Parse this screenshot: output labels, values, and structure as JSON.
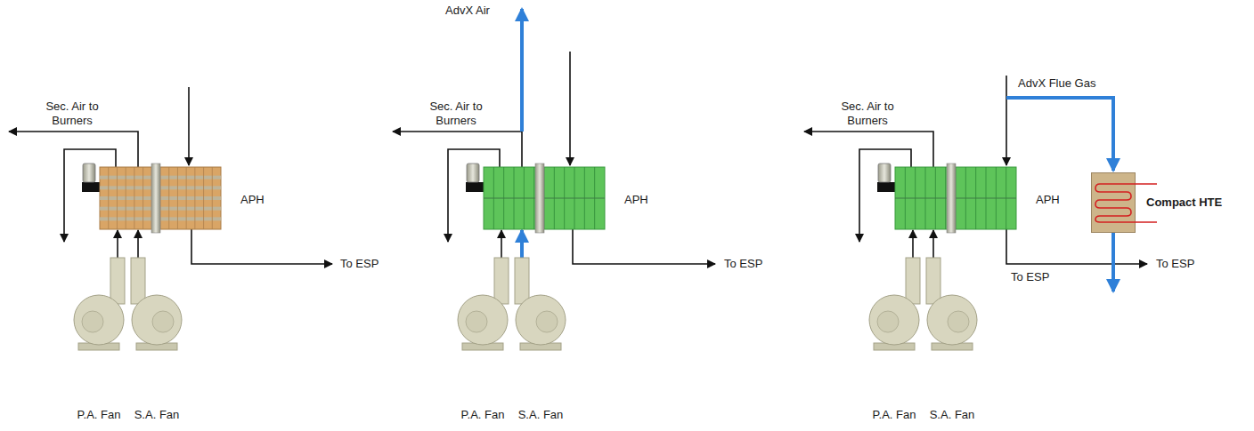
{
  "diagram": {
    "nodes": [
      {
        "text": [
          "APH"
        ]
      },
      {
        "text": [
          "P.A. Fan"
        ]
      },
      {
        "text": [
          "S.A. Fan"
        ]
      },
      {
        "text": [
          "APH"
        ]
      },
      {
        "text": [
          "P.A. Fan"
        ]
      },
      {
        "text": [
          "S.A. Fan"
        ]
      },
      {
        "text": [
          "APH"
        ]
      },
      {
        "text": [
          "Compact HTE"
        ]
      },
      {
        "text": [
          "P.A. Fan"
        ]
      },
      {
        "text": [
          "S.A. Fan"
        ]
      }
    ],
    "edges": [
      {
        "from": 1,
        "to": 0,
        "arrow": "to"
      },
      {
        "from": 2,
        "to": 0,
        "arrow": "to"
      },
      {
        "from": 4,
        "to": 3,
        "arrow": "to"
      },
      {
        "from": 5,
        "to": 3,
        "arrow": "to"
      },
      {
        "from": 8,
        "to": 6,
        "arrow": "to"
      },
      {
        "from": 9,
        "to": 6,
        "arrow": "to"
      }
    ],
    "labels": [
      "Sec. Air to Burners",
      "To ESP",
      "AdvX Air",
      "Sec. Air to Burners",
      "To ESP",
      "Sec. Air to Burners",
      "AdvX Flue Gas",
      "To ESP",
      "To ESP"
    ]
  }
}
